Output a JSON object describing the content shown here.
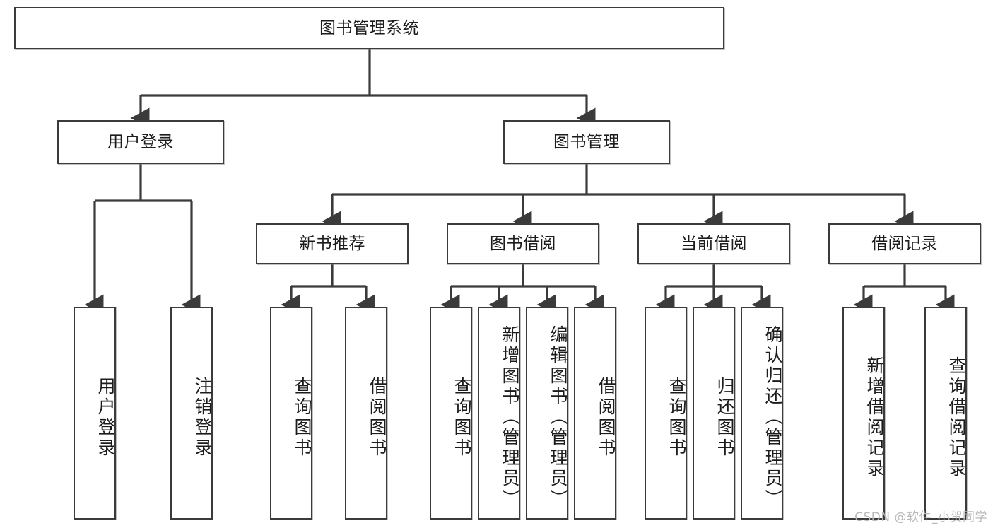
{
  "diagram": {
    "title": "图书管理系统",
    "type": "tree",
    "line_color": "#3b3b3b",
    "box_fill": "#ffffff",
    "text_color": "#1c1c1c",
    "watermark": "CSDN @软件_小贺同学",
    "levels": {
      "root": {
        "label": "图书管理系统"
      },
      "level2": [
        {
          "label": "用户登录"
        },
        {
          "label": "图书管理"
        }
      ],
      "level3": [
        {
          "label": "新书推荐"
        },
        {
          "label": "图书借阅"
        },
        {
          "label": "当前借阅"
        },
        {
          "label": "借阅记录"
        }
      ],
      "leaves": {
        "user_login": [
          {
            "label": "用户登录"
          },
          {
            "label": "注销登录"
          }
        ],
        "new_book_recommend": [
          {
            "label": "查询图书"
          },
          {
            "label": "借阅图书"
          }
        ],
        "book_borrow": [
          {
            "label": "查询图书"
          },
          {
            "label": "新增图书（管理员）"
          },
          {
            "label": "编辑图书（管理员）"
          },
          {
            "label": "借阅图书"
          }
        ],
        "current_borrow": [
          {
            "label": "查询图书"
          },
          {
            "label": "归还图书"
          },
          {
            "label": "确认归还（管理员）"
          }
        ],
        "borrow_record": [
          {
            "label": "新增借阅记录"
          },
          {
            "label": "查询借阅记录"
          }
        ]
      }
    }
  }
}
